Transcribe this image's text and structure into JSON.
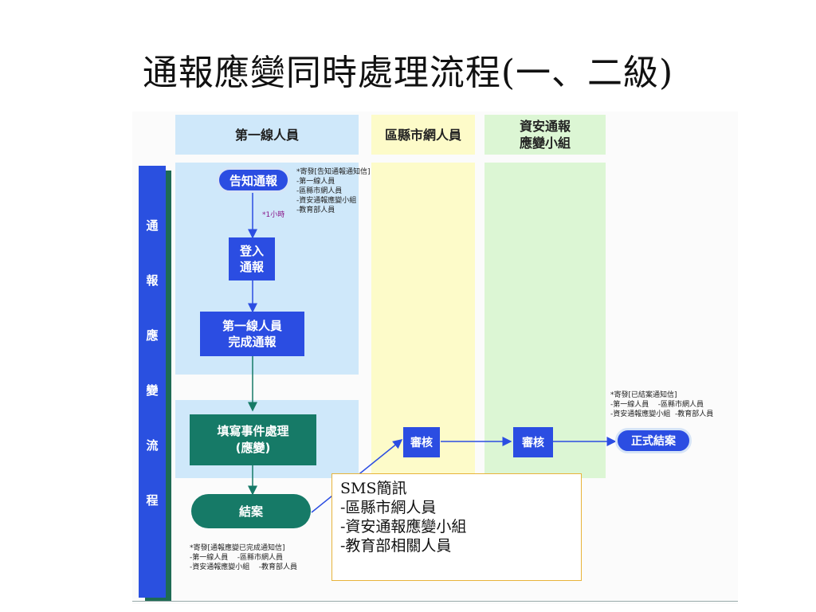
{
  "title": "通報應變同時處理流程(一、二級)",
  "lanes": {
    "first_line": "第一線人員",
    "district": "區縣市網人員",
    "security_team": "資安通報\n應變小組"
  },
  "side_bar_chars": [
    "通",
    "報",
    "應",
    "變",
    "流",
    "程"
  ],
  "nodes": {
    "notify": "告知通報",
    "login": "登入\n通報",
    "complete": "第一線人員\n完成通報",
    "fill": "填寫事件處理\n(應變)",
    "close": "結案",
    "review1": "審核",
    "review2": "審核",
    "formal_close": "正式結案"
  },
  "notes": {
    "notify_mail": "*寄發[告知通報通知信]\n-第一線人員\n-區縣市網人員\n-資安通報應變小組\n-教育部人員",
    "one_hour": "*1小時",
    "close_mail": "*寄發[通報應變已完成通知信]\n-第一線人員    -區縣市網人員\n-資安通報應變小組    -教育部人員",
    "formal_mail": "*寄發[已結案通知信]\n-第一線人員    -區縣市網人員\n-資安通報應變小組  -教育部人員"
  },
  "sms": "SMS簡訊\n-區縣市網人員\n-資安通報應變小組\n-教育部相關人員",
  "colors": {
    "lane_blue": "#cfe8fa",
    "lane_yellow": "#fdfbc9",
    "lane_green": "#dcf6d4",
    "node_blue": "#2b4de2",
    "node_teal": "#167a67",
    "arrow": "#2b4de2"
  }
}
